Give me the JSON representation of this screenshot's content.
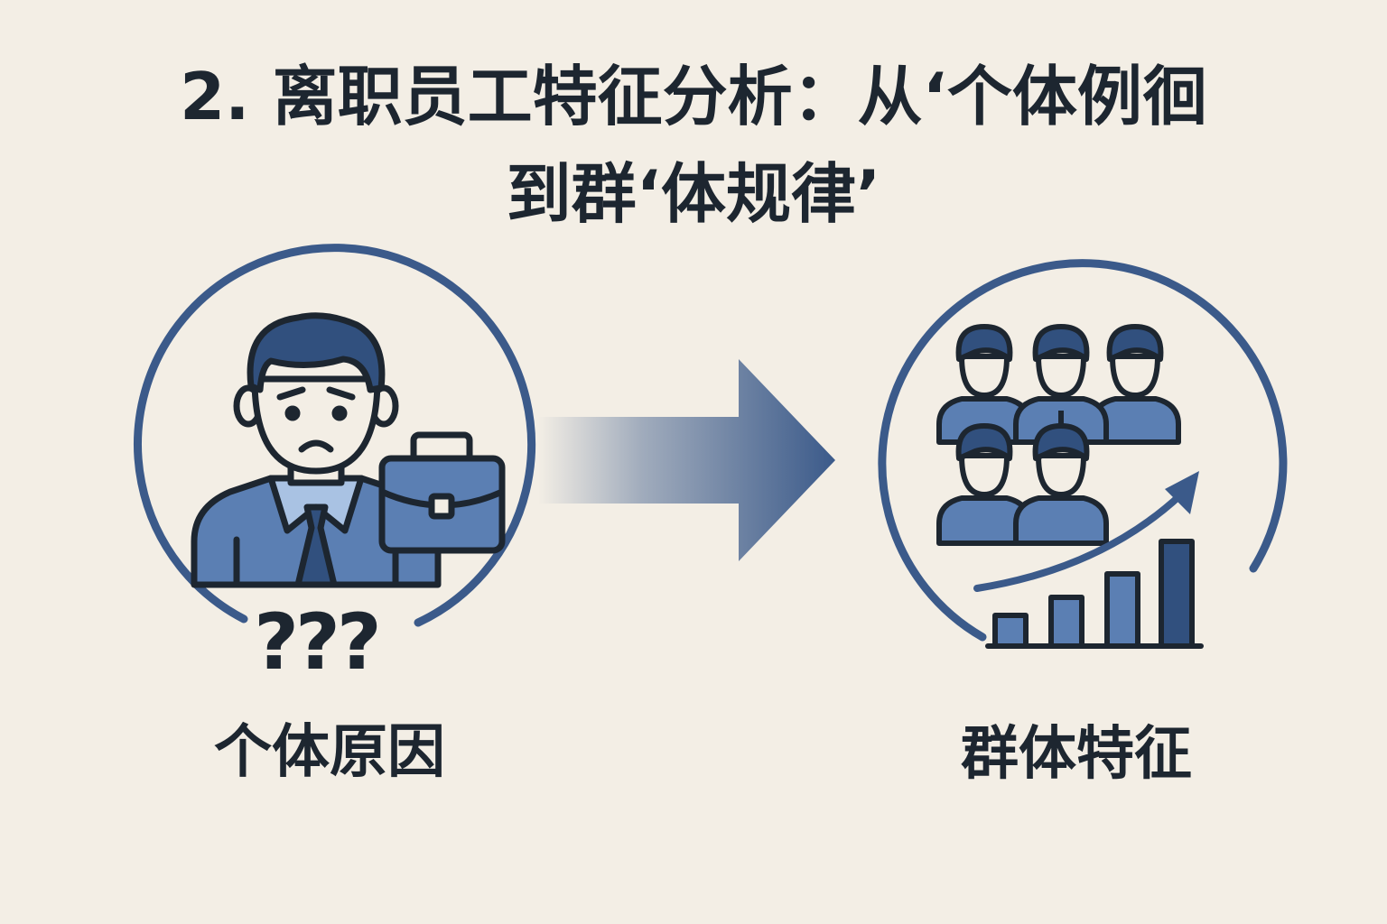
{
  "title": {
    "line1": "2. 离职员工特征分析：从‘个体例徊",
    "line2": "到群‘体规律’"
  },
  "left_panel": {
    "caption": "个体原因",
    "question_marks": "???",
    "icons": [
      "sad-employee-icon",
      "briefcase-icon"
    ]
  },
  "right_panel": {
    "caption": "群体特征",
    "icons": [
      "employee-group-icon",
      "bar-chart-icon",
      "trend-arrow-icon"
    ]
  },
  "transition": {
    "icon": "gradient-right-arrow-icon"
  },
  "colors": {
    "background": "#f3eee5",
    "ink": "#1d2630",
    "ring": "#3b5a8a",
    "figure_fill": "#5b7fb3",
    "figure_dark": "#31507e",
    "collar": "#a9c2e3"
  }
}
